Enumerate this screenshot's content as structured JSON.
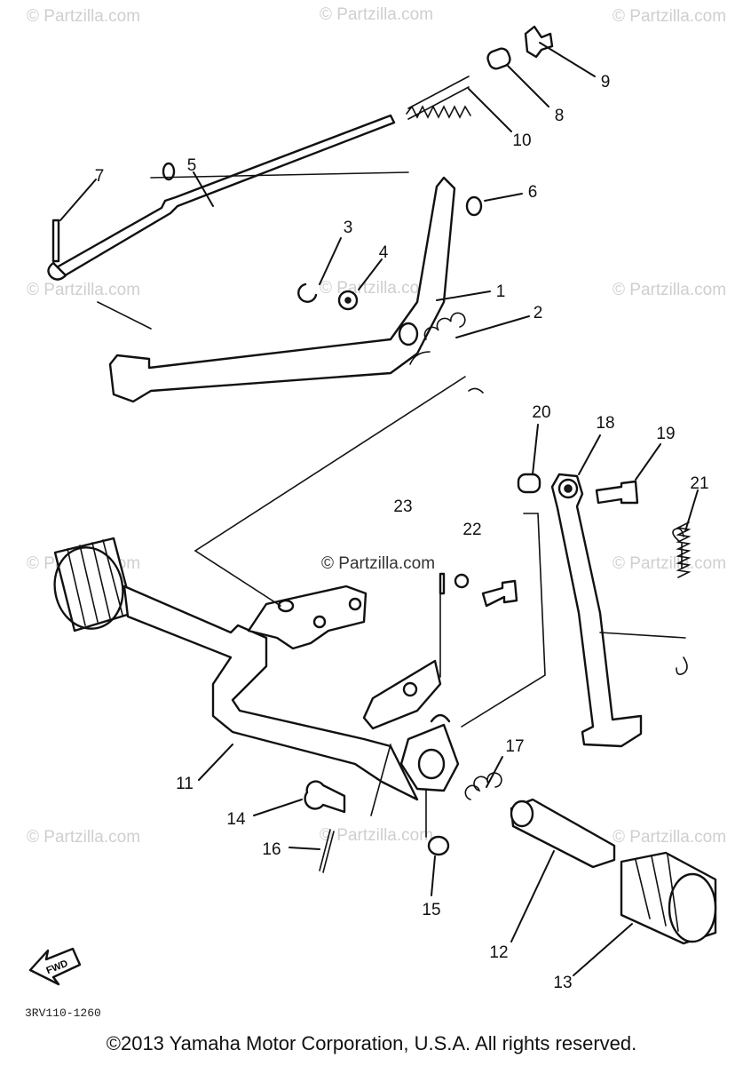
{
  "watermark": "© Partzilla.com",
  "watermark_center": "© Partzilla.com",
  "diagram_code": "3RV110-1260",
  "fwd_label": "FWD",
  "copyright": "©2013 Yamaha Motor Corporation, U.S.A. All rights reserved.",
  "callouts": [
    "1",
    "2",
    "3",
    "4",
    "5",
    "6",
    "7",
    "8",
    "9",
    "10",
    "11",
    "12",
    "13",
    "14",
    "15",
    "16",
    "17",
    "18",
    "19",
    "20",
    "21",
    "22",
    "23"
  ]
}
